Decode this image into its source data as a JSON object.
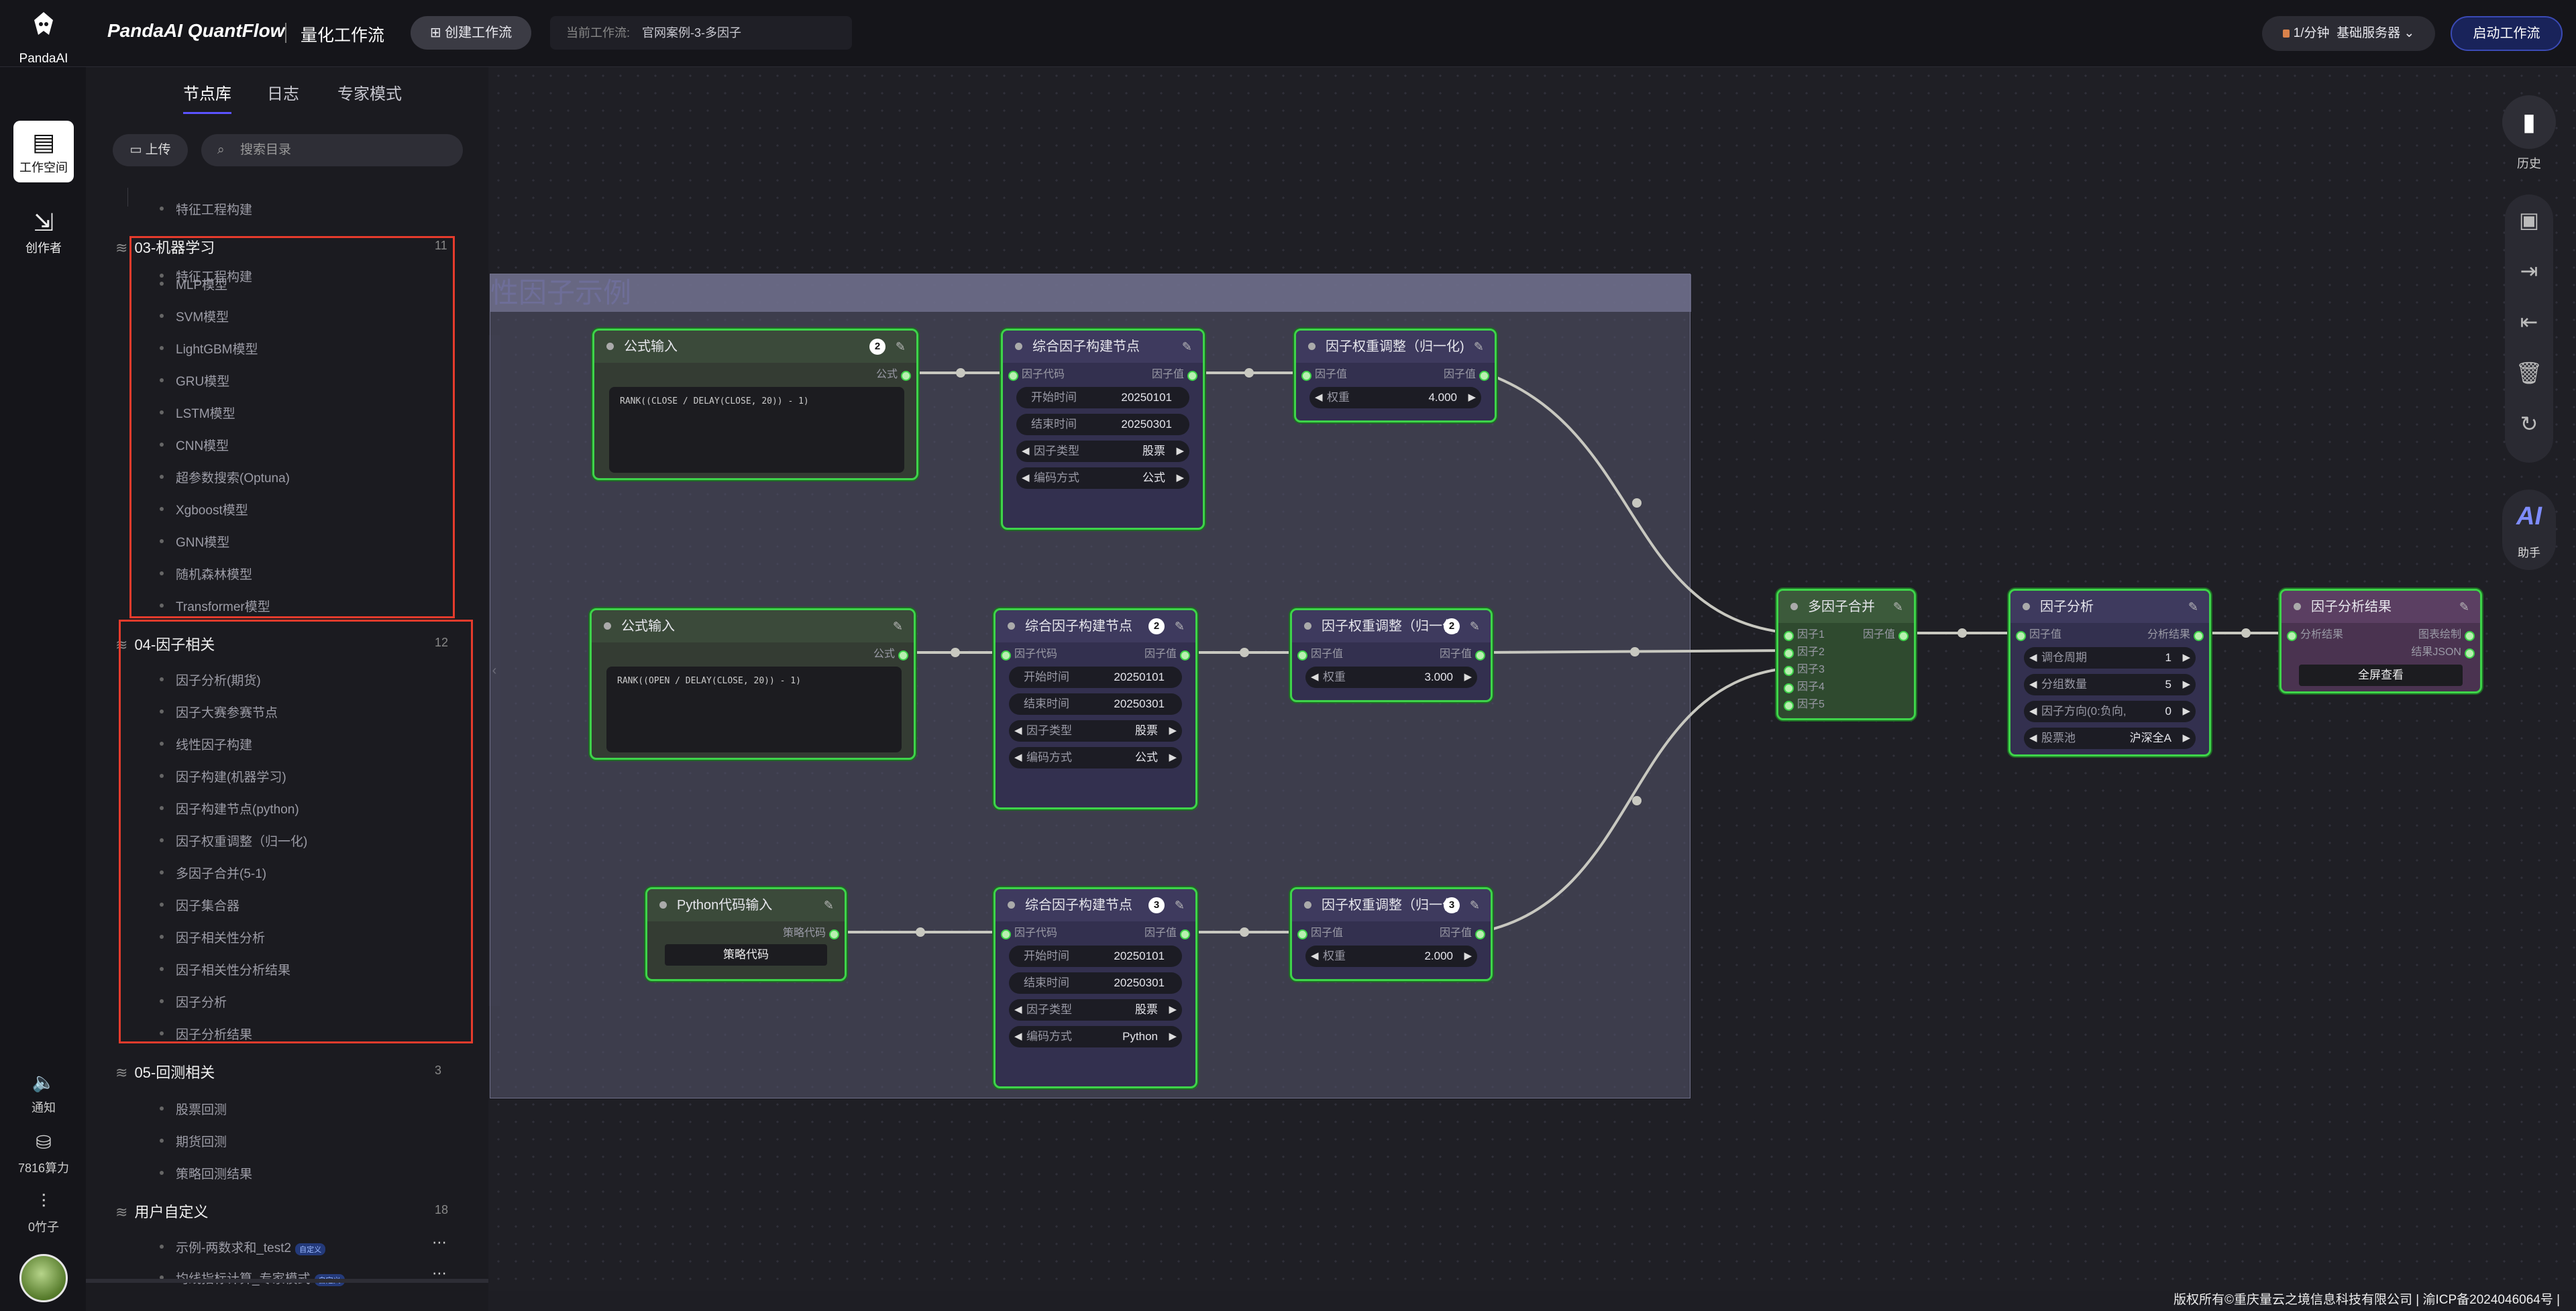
{
  "header": {
    "logo_text": "PandaAI",
    "app_title": "PandaAI QuantFlow",
    "app_subtitle": "量化工作流",
    "create_button": "创建工作流",
    "current_workflow_label": "当前工作流:",
    "current_workflow_value": "官网案例-3-多因子",
    "rate_text": "1/分钟",
    "server_text": "基础服务器",
    "start_button": "启动工作流"
  },
  "rail": {
    "workspace": "工作空间",
    "creator": "创作者",
    "notify": "通知",
    "compute": "7816算力",
    "coins": "0竹子"
  },
  "sidebar": {
    "tabs": [
      "节点库",
      "日志",
      "专家模式"
    ],
    "upload": "上传",
    "search_placeholder": "搜索目录",
    "tree": {
      "prev_leaf": "特征工程构建",
      "cat03": {
        "title": "03-机器学习",
        "count": "11",
        "items": [
          "MLP模型",
          "SVM模型",
          "LightGBM模型",
          "GRU模型",
          "LSTM模型",
          "CNN模型",
          "超参数搜索(Optuna)",
          "Xgboost模型",
          "GNN模型",
          "随机森林模型",
          "Transformer模型"
        ]
      },
      "cat04": {
        "title": "04-因子相关",
        "count": "12",
        "items": [
          "因子分析(期货)",
          "因子大赛参赛节点",
          "线性因子构建",
          "因子构建(机器学习)",
          "因子构建节点(python)",
          "因子权重调整（归一化)",
          "多因子合并(5-1)",
          "因子集合器",
          "因子相关性分析",
          "因子相关性分析结果",
          "因子分析",
          "因子分析结果"
        ]
      },
      "cat05": {
        "title": "05-回测相关",
        "count": "3",
        "items": [
          "股票回测",
          "期货回测",
          "策略回测结果"
        ]
      },
      "custom": {
        "title": "用户自定义",
        "count": "18",
        "items": [
          {
            "label": "示例-两数求和_test2",
            "tag": "自定义"
          },
          {
            "label": "均线指标计算_专家模式",
            "tag": "自定义"
          }
        ]
      }
    }
  },
  "canvas": {
    "group_title": "性因子示例",
    "nodes": {
      "formula1": {
        "title": "公式输入",
        "badge": "2",
        "out": "公式",
        "code": "RANK((CLOSE / DELAY(CLOSE, 20)) - 1)"
      },
      "formula2": {
        "title": "公式输入",
        "out": "公式",
        "code": "RANK((OPEN / DELAY(CLOSE, 20)) - 1)"
      },
      "python": {
        "title": "Python代码输入",
        "out": "策略代码",
        "button": "策略代码"
      },
      "build1": {
        "title": "综合因子构建节点",
        "in": "因子代码",
        "out": "因子值",
        "start_label": "开始时间",
        "start": "20250101",
        "end_label": "结束时间",
        "end": "20250301",
        "type_label": "因子类型",
        "type": "股票",
        "enc_label": "编码方式",
        "enc": "公式"
      },
      "build2": {
        "title": "综合因子构建节点",
        "badge": "2",
        "in": "因子代码",
        "out": "因子值",
        "start_label": "开始时间",
        "start": "20250101",
        "end_label": "结束时间",
        "end": "20250301",
        "type_label": "因子类型",
        "type": "股票",
        "enc_label": "编码方式",
        "enc": "公式"
      },
      "build3": {
        "title": "综合因子构建节点",
        "badge": "3",
        "in": "因子代码",
        "out": "因子值",
        "start_label": "开始时间",
        "start": "20250101",
        "end_label": "结束时间",
        "end": "20250301",
        "type_label": "因子类型",
        "type": "股票",
        "enc_label": "编码方式",
        "enc": "Python"
      },
      "weight1": {
        "title": "因子权重调整（归一化)",
        "in": "因子值",
        "out": "因子值",
        "w_label": "权重",
        "w": "4.000"
      },
      "weight2": {
        "title": "因子权重调整（归一化)",
        "badge": "2",
        "in": "因子值",
        "out": "因子值",
        "w_label": "权重",
        "w": "3.000"
      },
      "weight3": {
        "title": "因子权重调整（归一化)",
        "badge": "3",
        "in": "因子值",
        "out": "因子值",
        "w_label": "权重",
        "w": "2.000"
      },
      "merge": {
        "title": "多因子合并",
        "out": "因子值",
        "ins": [
          "因子1",
          "因子2",
          "因子3",
          "因子4",
          "因子5"
        ]
      },
      "analysis": {
        "title": "因子分析",
        "in": "因子值",
        "out": "分析结果",
        "p1_label": "调仓周期",
        "p1": "1",
        "p2_label": "分组数量",
        "p2": "5",
        "p3_label": "因子方向(0:负向,",
        "p3": "0",
        "p4_label": "股票池",
        "p4": "沪深全A"
      },
      "result": {
        "title": "因子分析结果",
        "in": "分析结果",
        "out1": "图表绘制",
        "out2": "结果JSON",
        "button": "全屏查看"
      }
    }
  },
  "right_toolbar": {
    "history": "历史",
    "ai": "AI",
    "ai_label": "助手"
  },
  "footer": "版权所有©重庆量云之境信息科技有限公司 | 渝ICP备2024046064号 |",
  "colors": {
    "accent": "#5b53ff",
    "node_border": "#3ed44a",
    "highlight": "#e53b2c",
    "start_btn": "#19235a"
  }
}
